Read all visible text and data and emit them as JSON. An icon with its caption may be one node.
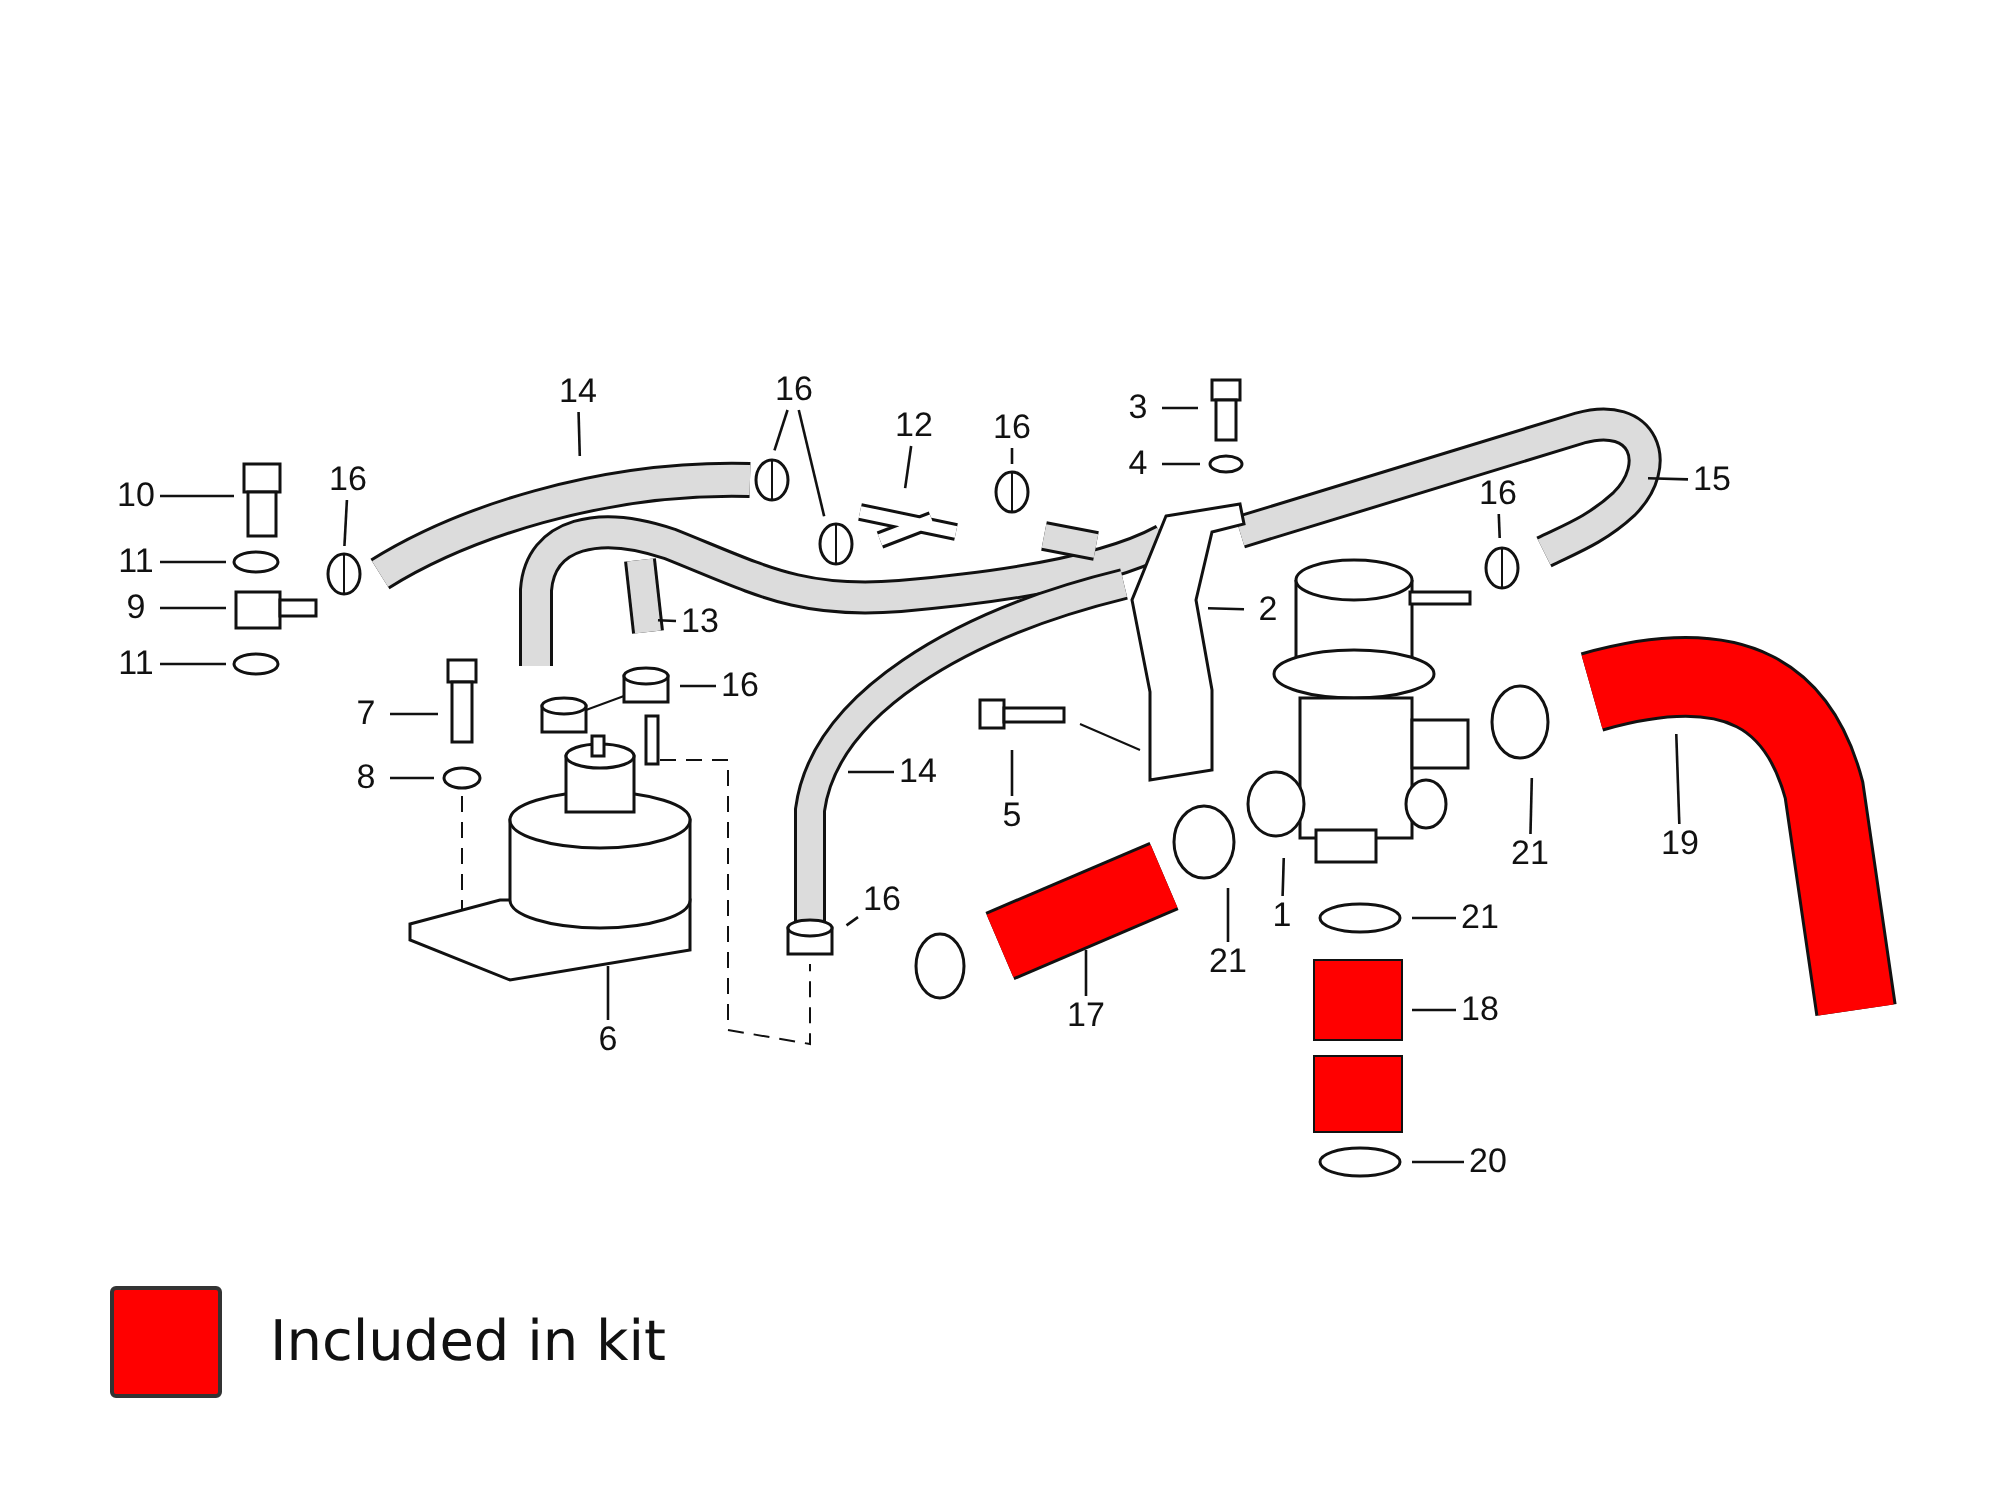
{
  "diagram": {
    "nodes": [
      {
        "text": [
          "14"
        ]
      },
      {
        "text": [
          "16"
        ]
      },
      {
        "text": [
          "12"
        ]
      },
      {
        "text": [
          "16"
        ]
      },
      {
        "text": [
          "3"
        ]
      },
      {
        "text": [
          "16"
        ]
      },
      {
        "text": [
          "10"
        ]
      },
      {
        "text": [
          "4"
        ]
      },
      {
        "text": [
          "15"
        ]
      },
      {
        "text": [
          "16"
        ]
      },
      {
        "text": [
          "11"
        ]
      },
      {
        "text": [
          "9"
        ]
      },
      {
        "text": [
          "2"
        ]
      },
      {
        "text": [
          "13"
        ]
      },
      {
        "text": [
          "11"
        ]
      },
      {
        "text": [
          "16"
        ]
      },
      {
        "text": [
          "7"
        ]
      },
      {
        "text": [
          "8"
        ]
      },
      {
        "text": [
          "14"
        ]
      },
      {
        "text": [
          "5"
        ]
      },
      {
        "text": [
          "19"
        ]
      },
      {
        "text": [
          "21"
        ]
      },
      {
        "text": [
          "16"
        ]
      },
      {
        "text": [
          "1"
        ]
      },
      {
        "text": [
          "21"
        ]
      },
      {
        "text": [
          "6"
        ]
      },
      {
        "text": [
          "17"
        ]
      },
      {
        "text": [
          "21"
        ]
      },
      {
        "text": [
          "18"
        ]
      },
      {
        "text": [
          "20"
        ]
      }
    ],
    "edges": [
      {
        "from": 0,
        "to": null,
        "arrow": "none"
      },
      {
        "from": 1,
        "to": null,
        "arrow": "none"
      },
      {
        "from": 1,
        "to": null,
        "arrow": "none"
      },
      {
        "from": 2,
        "to": null,
        "arrow": "none"
      },
      {
        "from": 3,
        "to": null,
        "arrow": "none"
      },
      {
        "from": 4,
        "to": null,
        "arrow": "none"
      },
      {
        "from": 5,
        "to": null,
        "arrow": "none"
      },
      {
        "from": 6,
        "to": null,
        "arrow": "none"
      },
      {
        "from": 7,
        "to": null,
        "arrow": "none"
      },
      {
        "from": 8,
        "to": null,
        "arrow": "none"
      },
      {
        "from": 9,
        "to": null,
        "arrow": "none"
      },
      {
        "from": 10,
        "to": null,
        "arrow": "none"
      },
      {
        "from": 11,
        "to": null,
        "arrow": "none"
      },
      {
        "from": 12,
        "to": null,
        "arrow": "none"
      },
      {
        "from": 13,
        "to": null,
        "arrow": "none"
      },
      {
        "from": 14,
        "to": null,
        "arrow": "none"
      },
      {
        "from": 15,
        "to": null,
        "arrow": "none"
      },
      {
        "from": 16,
        "to": null,
        "arrow": "none"
      },
      {
        "from": 17,
        "to": null,
        "arrow": "none"
      },
      {
        "from": 18,
        "to": null,
        "arrow": "none"
      },
      {
        "from": 19,
        "to": null,
        "arrow": "none"
      },
      {
        "from": 20,
        "to": null,
        "arrow": "none"
      },
      {
        "from": 21,
        "to": null,
        "arrow": "none"
      },
      {
        "from": 22,
        "to": null,
        "arrow": "none"
      },
      {
        "from": 23,
        "to": null,
        "arrow": "none"
      },
      {
        "from": 24,
        "to": null,
        "arrow": "none"
      },
      {
        "from": 25,
        "to": null,
        "arrow": "none"
      },
      {
        "from": 26,
        "to": null,
        "arrow": "none"
      },
      {
        "from": 27,
        "to": null,
        "arrow": "none"
      },
      {
        "from": 28,
        "to": null,
        "arrow": "none"
      },
      {
        "from": 29,
        "to": null,
        "arrow": "none"
      }
    ],
    "legend": [
      {
        "text": "Included in kit",
        "color": "#ff0000"
      }
    ]
  }
}
